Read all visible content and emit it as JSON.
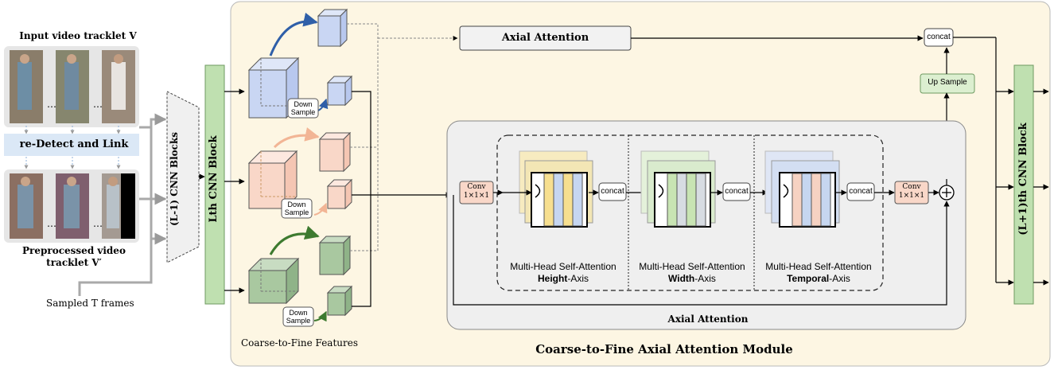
{
  "left": {
    "input_title": "Input video tracklet V",
    "redetect": "re-Detect  and Link",
    "preprocessed_title_1": "Preprocessed video",
    "preprocessed_title_2": "tracklet V′",
    "sampled": "Sampled T frames",
    "dots": "…"
  },
  "blocks": {
    "cnn_prev": "(L-1) CNN Blocks",
    "cnn_l": "Lth CNN Block",
    "cnn_next": "(L+1)th CNN Block"
  },
  "module": {
    "title": "Coarse-to-Fine  Axial Attention Module",
    "features_caption": "Coarse-to-Fine Features",
    "top_axial": "Axial Attention",
    "inner_axial": "Axial Attention",
    "up_sample": "Up Sample",
    "concat": "concat",
    "down_sample_1": "Down",
    "down_sample_2": "Sample",
    "conv_1": "Conv",
    "conv_2": "1×1×1"
  },
  "attention": {
    "mhsa": "Multi-Head Self-Attention",
    "height_axis_bold": "Height",
    "width_axis_bold": "Width",
    "temporal_axis_bold": "Temporal",
    "axis_suffix": "-Axis"
  },
  "colors": {
    "module_bg": "#fdf6e3",
    "inner_bg": "#efefef",
    "cnn_green": "#bfe0b0",
    "blue_cube": "#c9d6f3",
    "pink_cube": "#f9d7c8",
    "green_cube": "#a9c8a0",
    "yellow_bar": "#f7df8f",
    "lightgreen_bar": "#c8e4b3",
    "lightblue_bar": "#c6d6f0",
    "pink_bar": "#f6d2c2"
  }
}
